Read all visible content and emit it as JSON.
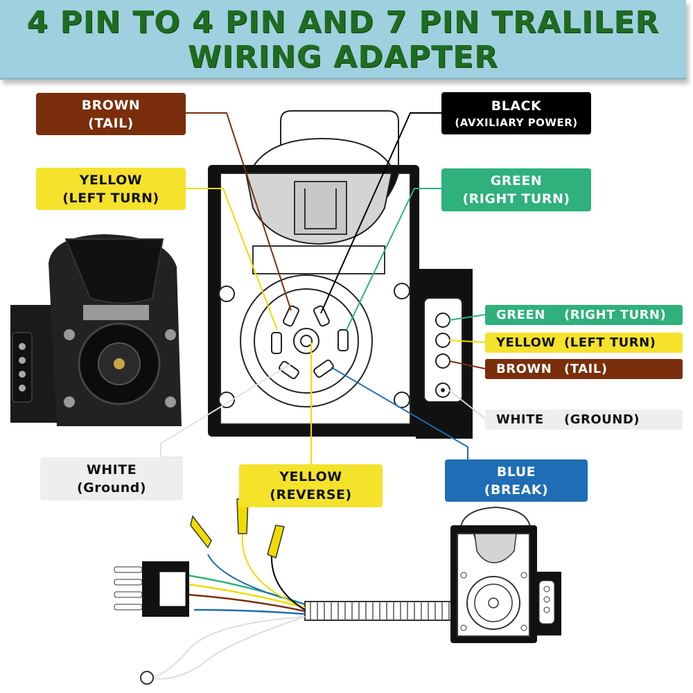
{
  "title": {
    "line1": "4 PIN TO 4 PIN AND 7 PIN TRALILER",
    "line2": "WIRING ADAPTER"
  },
  "labels": {
    "brown_tail": {
      "line1": "BROWN",
      "line2": "(TAIL)",
      "color": "#7a2e0b"
    },
    "black_aux": {
      "line1": "BLACK",
      "line2": "(AVXILIARY POWER)",
      "color": "#000000"
    },
    "yellow_left": {
      "line1": "YELLOW",
      "line2": "(LEFT TURN)",
      "color": "#f5e22b"
    },
    "green_right": {
      "line1": "GREEN",
      "line2": "(RIGHT TURN)",
      "color": "#2eb17c"
    },
    "white_ground": {
      "line1": "WHITE",
      "line2": "(Ground)",
      "color": "#eeeeee"
    },
    "yellow_reverse": {
      "line1": "YELLOW",
      "line2": "(REVERSE)",
      "color": "#f5e22b"
    },
    "blue_break": {
      "line1": "BLUE",
      "line2": "(BREAK)",
      "color": "#1f6db5"
    }
  },
  "four_pin_rows": [
    {
      "color_name": "GREEN",
      "function": "(RIGHT TURN)",
      "bg": "#2eb17c",
      "fg": "#ffffff"
    },
    {
      "color_name": "YELLOW",
      "function": "(LEFT TURN)",
      "bg": "#f5e22b",
      "fg": "#111111"
    },
    {
      "color_name": "BROWN",
      "function": "(TAIL)",
      "bg": "#7a2e0b",
      "fg": "#ffffff"
    },
    {
      "color_name": "WHITE",
      "function": "(GROUND)",
      "bg": "#eeeeee",
      "fg": "#111111"
    }
  ]
}
